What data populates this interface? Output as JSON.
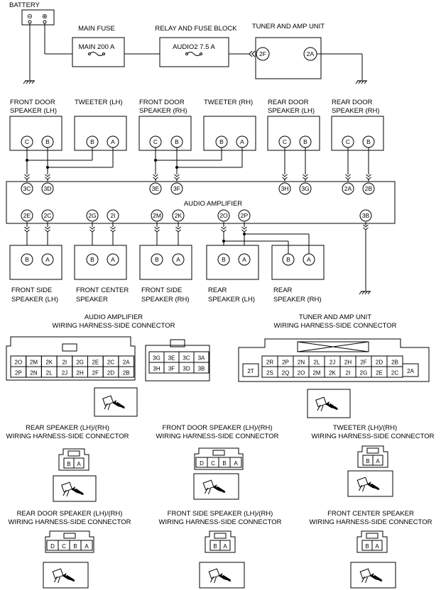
{
  "battery": {
    "title": "BATTERY",
    "neg": "⊖",
    "pos": "⊕"
  },
  "main_fuse": {
    "title": "MAIN FUSE",
    "value": "MAIN 200 A"
  },
  "relay_block": {
    "title": "RELAY AND FUSE BLOCK",
    "value": "AUDIO2 7.5 A"
  },
  "tuner": {
    "title": "TUNER AND AMP UNIT",
    "pin_left": "2F",
    "pin_right": "2A"
  },
  "speakers_top": [
    {
      "title1": "FRONT DOOR",
      "title2": "SPEAKER (LH)",
      "pins": [
        "C",
        "B"
      ]
    },
    {
      "title1": "TWEETER (LH)",
      "title2": "",
      "pins": [
        "B",
        "A"
      ]
    },
    {
      "title1": "FRONT DOOR",
      "title2": "SPEAKER (RH)",
      "pins": [
        "C",
        "B"
      ]
    },
    {
      "title1": "TWEETER (RH)",
      "title2": "",
      "pins": [
        "B",
        "A"
      ]
    },
    {
      "title1": "REAR DOOR",
      "title2": "SPEAKER (LH)",
      "pins": [
        "C",
        "B"
      ]
    },
    {
      "title1": "REAR DOOR",
      "title2": "SPEAKER (RH)",
      "pins": [
        "C",
        "B"
      ]
    }
  ],
  "amplifier": {
    "title": "AUDIO AMPLIFIER",
    "top_pins": [
      "3C",
      "3D",
      "3E",
      "3F",
      "3H",
      "3G",
      "2A",
      "2B"
    ],
    "bottom_pins": [
      "2E",
      "2C",
      "2G",
      "2I",
      "2M",
      "2K",
      "2O",
      "2P",
      "3B"
    ]
  },
  "speakers_bottom": [
    {
      "title1": "FRONT SIDE",
      "title2": "SPEAKER (LH)",
      "pins": [
        "B",
        "A"
      ]
    },
    {
      "title1": "FRONT CENTER",
      "title2": "SPEAKER",
      "pins": [
        "B",
        "A"
      ]
    },
    {
      "title1": "FRONT SIDE",
      "title2": "SPEAKER (RH)",
      "pins": [
        "B",
        "A"
      ]
    },
    {
      "title1": "REAR",
      "title2": "SPEAKER (LH)",
      "pins": [
        "B",
        "A"
      ]
    },
    {
      "title1": "REAR",
      "title2": "SPEAKER (RH)",
      "pins": [
        "B",
        "A"
      ]
    }
  ],
  "conn_amp": {
    "title1": "AUDIO AMPLIFIER",
    "title2": "WIRING HARNESS-SIDE CONNECTOR",
    "left_rows": [
      [
        "2O",
        "2M",
        "2K",
        "2I",
        "2G",
        "2E",
        "2C",
        "2A"
      ],
      [
        "2P",
        "2N",
        "2L",
        "2J",
        "2H",
        "2F",
        "2D",
        "2B"
      ]
    ],
    "right_rows": [
      [
        "3G",
        "3E",
        "3C",
        "3A"
      ],
      [
        "3H",
        "3F",
        "3D",
        "3B"
      ]
    ]
  },
  "conn_tuner": {
    "title1": "TUNER AND AMP UNIT",
    "title2": "WIRING HARNESS-SIDE CONNECTOR",
    "rows": [
      [
        "2R",
        "2P",
        "2N",
        "2L",
        "2J",
        "2H",
        "2F",
        "2D",
        "2B"
      ],
      [
        "2S",
        "2Q",
        "2O",
        "2M",
        "2K",
        "2I",
        "2G",
        "2E",
        "2C"
      ]
    ],
    "left_tag": "2T",
    "right_tag": "2A"
  },
  "conn_rear_spk": {
    "title1": "REAR SPEAKER (LH)/(RH)",
    "title2": "WIRING HARNESS-SIDE CONNECTOR",
    "pins": [
      "B",
      "A"
    ]
  },
  "conn_front_door": {
    "title1": "FRONT DOOR SPEAKER (LH)/(RH)",
    "title2": "WIRING HARNESS-SIDE CONNECTOR",
    "pins": [
      "D",
      "C",
      "B",
      "A"
    ]
  },
  "conn_tweeter": {
    "title1": "TWEETER (LH)/(RH)",
    "title2": "WIRING HARNESS-SIDE CONNECTOR",
    "pins": [
      "B",
      "A"
    ]
  },
  "conn_rear_door": {
    "title1": "REAR DOOR SPEAKER (LH)/(RH)",
    "title2": "WIRING HARNESS-SIDE CONNECTOR",
    "pins": [
      "D",
      "C",
      "B",
      "A"
    ]
  },
  "conn_front_side": {
    "title1": "FRONT SIDE SPEAKER (LH)/(RH)",
    "title2": "WIRING HARNESS-SIDE CONNECTOR",
    "pins": [
      "B",
      "A"
    ]
  },
  "conn_front_center": {
    "title1": "FRONT CENTER SPEAKER",
    "title2": "WIRING HARNESS-SIDE CONNECTOR",
    "pins": [
      "B",
      "A"
    ]
  }
}
